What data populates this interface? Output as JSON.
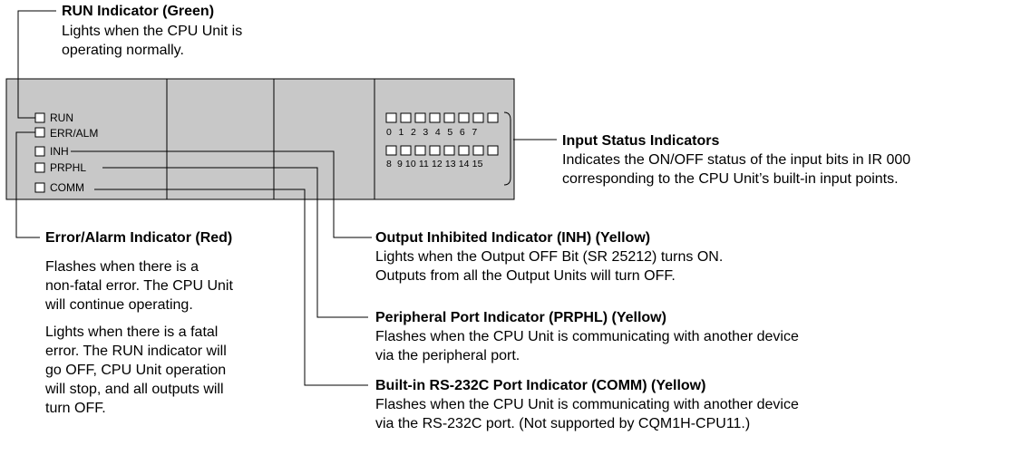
{
  "panel": {
    "leds": [
      "RUN",
      "ERR/ALM",
      "INH",
      "PRPHL",
      "COMM"
    ],
    "input_row1": "0  1  2  3  4  5  6  7",
    "input_row2": "8  9 10 11 12 13 14 15"
  },
  "callouts": {
    "run": {
      "title": "RUN Indicator (Green)",
      "lines": [
        "Lights when the CPU Unit is",
        "operating normally."
      ]
    },
    "input": {
      "title": "Input Status Indicators",
      "lines": [
        "Indicates the ON/OFF status of the input bits in IR 000",
        "corresponding to the CPU Unit’s built-in input points."
      ]
    },
    "err": {
      "title": "Error/Alarm Indicator (Red)",
      "para1": [
        "Flashes when there is a",
        "non-fatal error. The CPU Unit",
        "will continue operating."
      ],
      "para2": [
        "Lights when there is a fatal",
        "error. The RUN indicator will",
        "go OFF, CPU Unit operation",
        "will stop, and all outputs will",
        "turn OFF."
      ]
    },
    "inh": {
      "title": "Output Inhibited Indicator (INH) (Yellow)",
      "lines": [
        "Lights when the Output OFF Bit (SR 25212) turns ON.",
        "Outputs from all the Output Units will turn OFF."
      ]
    },
    "prphl": {
      "title": "Peripheral Port Indicator (PRPHL) (Yellow)",
      "lines": [
        "Flashes when the CPU Unit is communicating with another device",
        "via the peripheral port."
      ]
    },
    "comm": {
      "title": "Built-in RS-232C Port Indicator (COMM) (Yellow)",
      "lines": [
        "Flashes when the CPU Unit is communicating with another device",
        "via the RS-232C port. (Not supported by CQM1H-CPU11.)"
      ]
    }
  }
}
